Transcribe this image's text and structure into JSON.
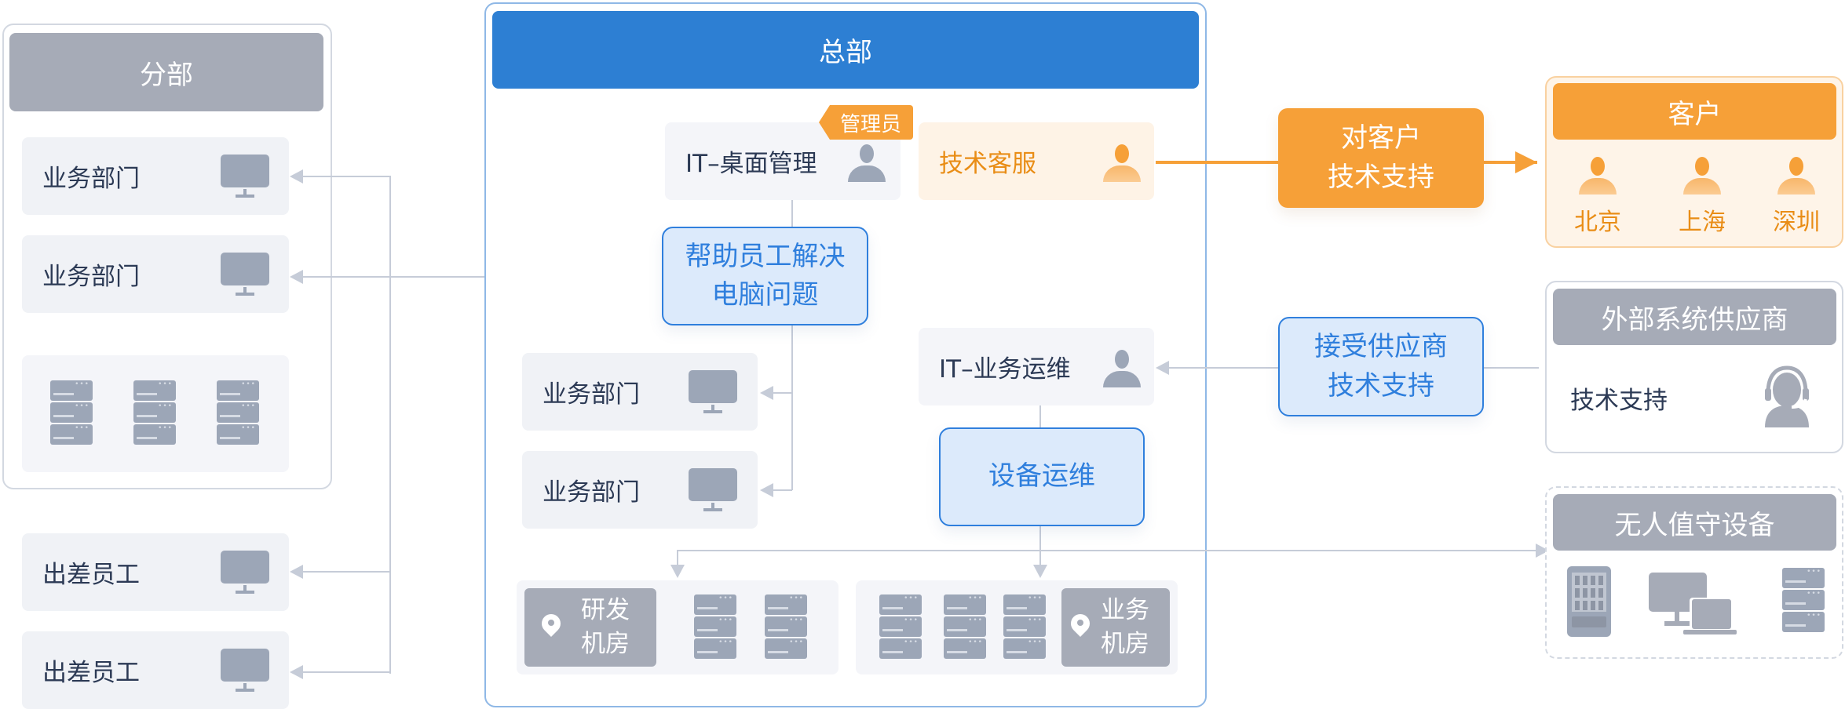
{
  "branch": {
    "title": "分部",
    "items": [
      {
        "label": "业务部门",
        "icon": "monitor-icon"
      },
      {
        "label": "业务部门",
        "icon": "monitor-icon"
      }
    ],
    "server_icons": [
      "server-rack-icon",
      "server-rack-icon",
      "server-rack-icon"
    ]
  },
  "travel_staff": [
    {
      "label": "出差员工",
      "icon": "monitor-icon"
    },
    {
      "label": "出差员工",
      "icon": "monitor-icon"
    }
  ],
  "hq": {
    "title": "总部",
    "desktop_mgmt": {
      "label": "IT–桌面管理",
      "badge": "管理员",
      "icon": "user-icon"
    },
    "tech_service": {
      "label": "技术客服",
      "icon": "user-icon"
    },
    "help_box": {
      "line1": "帮助员工解决",
      "line2": "电脑问题"
    },
    "departments": [
      {
        "label": "业务部门",
        "icon": "monitor-icon"
      },
      {
        "label": "业务部门",
        "icon": "monitor-icon"
      }
    ],
    "ops": {
      "label": "IT–业务运维",
      "icon": "user-icon"
    },
    "equipment_ops": {
      "label": "设备运维"
    },
    "rd_room": {
      "line1": "研发",
      "line2": "机房",
      "servers": 2
    },
    "biz_room": {
      "line1": "业务",
      "line2": "机房",
      "servers": 3
    }
  },
  "customer_support": {
    "line1": "对客户",
    "line2": "技术支持"
  },
  "customers": {
    "title": "客户",
    "cities": [
      "北京",
      "上海",
      "深圳"
    ]
  },
  "vendor_support": {
    "line1": "接受供应商",
    "line2": "技术支持"
  },
  "vendor": {
    "title": "外部系统供应商",
    "label": "技术支持",
    "icon": "headset-agent-icon"
  },
  "unattended": {
    "title": "无人值守设备",
    "icons": [
      "cabinet-icon",
      "desktop-laptop-icon",
      "server-rack-icon"
    ]
  },
  "colors": {
    "hq_blue": "#2d7fd3",
    "accent_orange": "#f6a038",
    "neutral_gray": "#a6abb7",
    "connector": "#c6ccd8"
  }
}
